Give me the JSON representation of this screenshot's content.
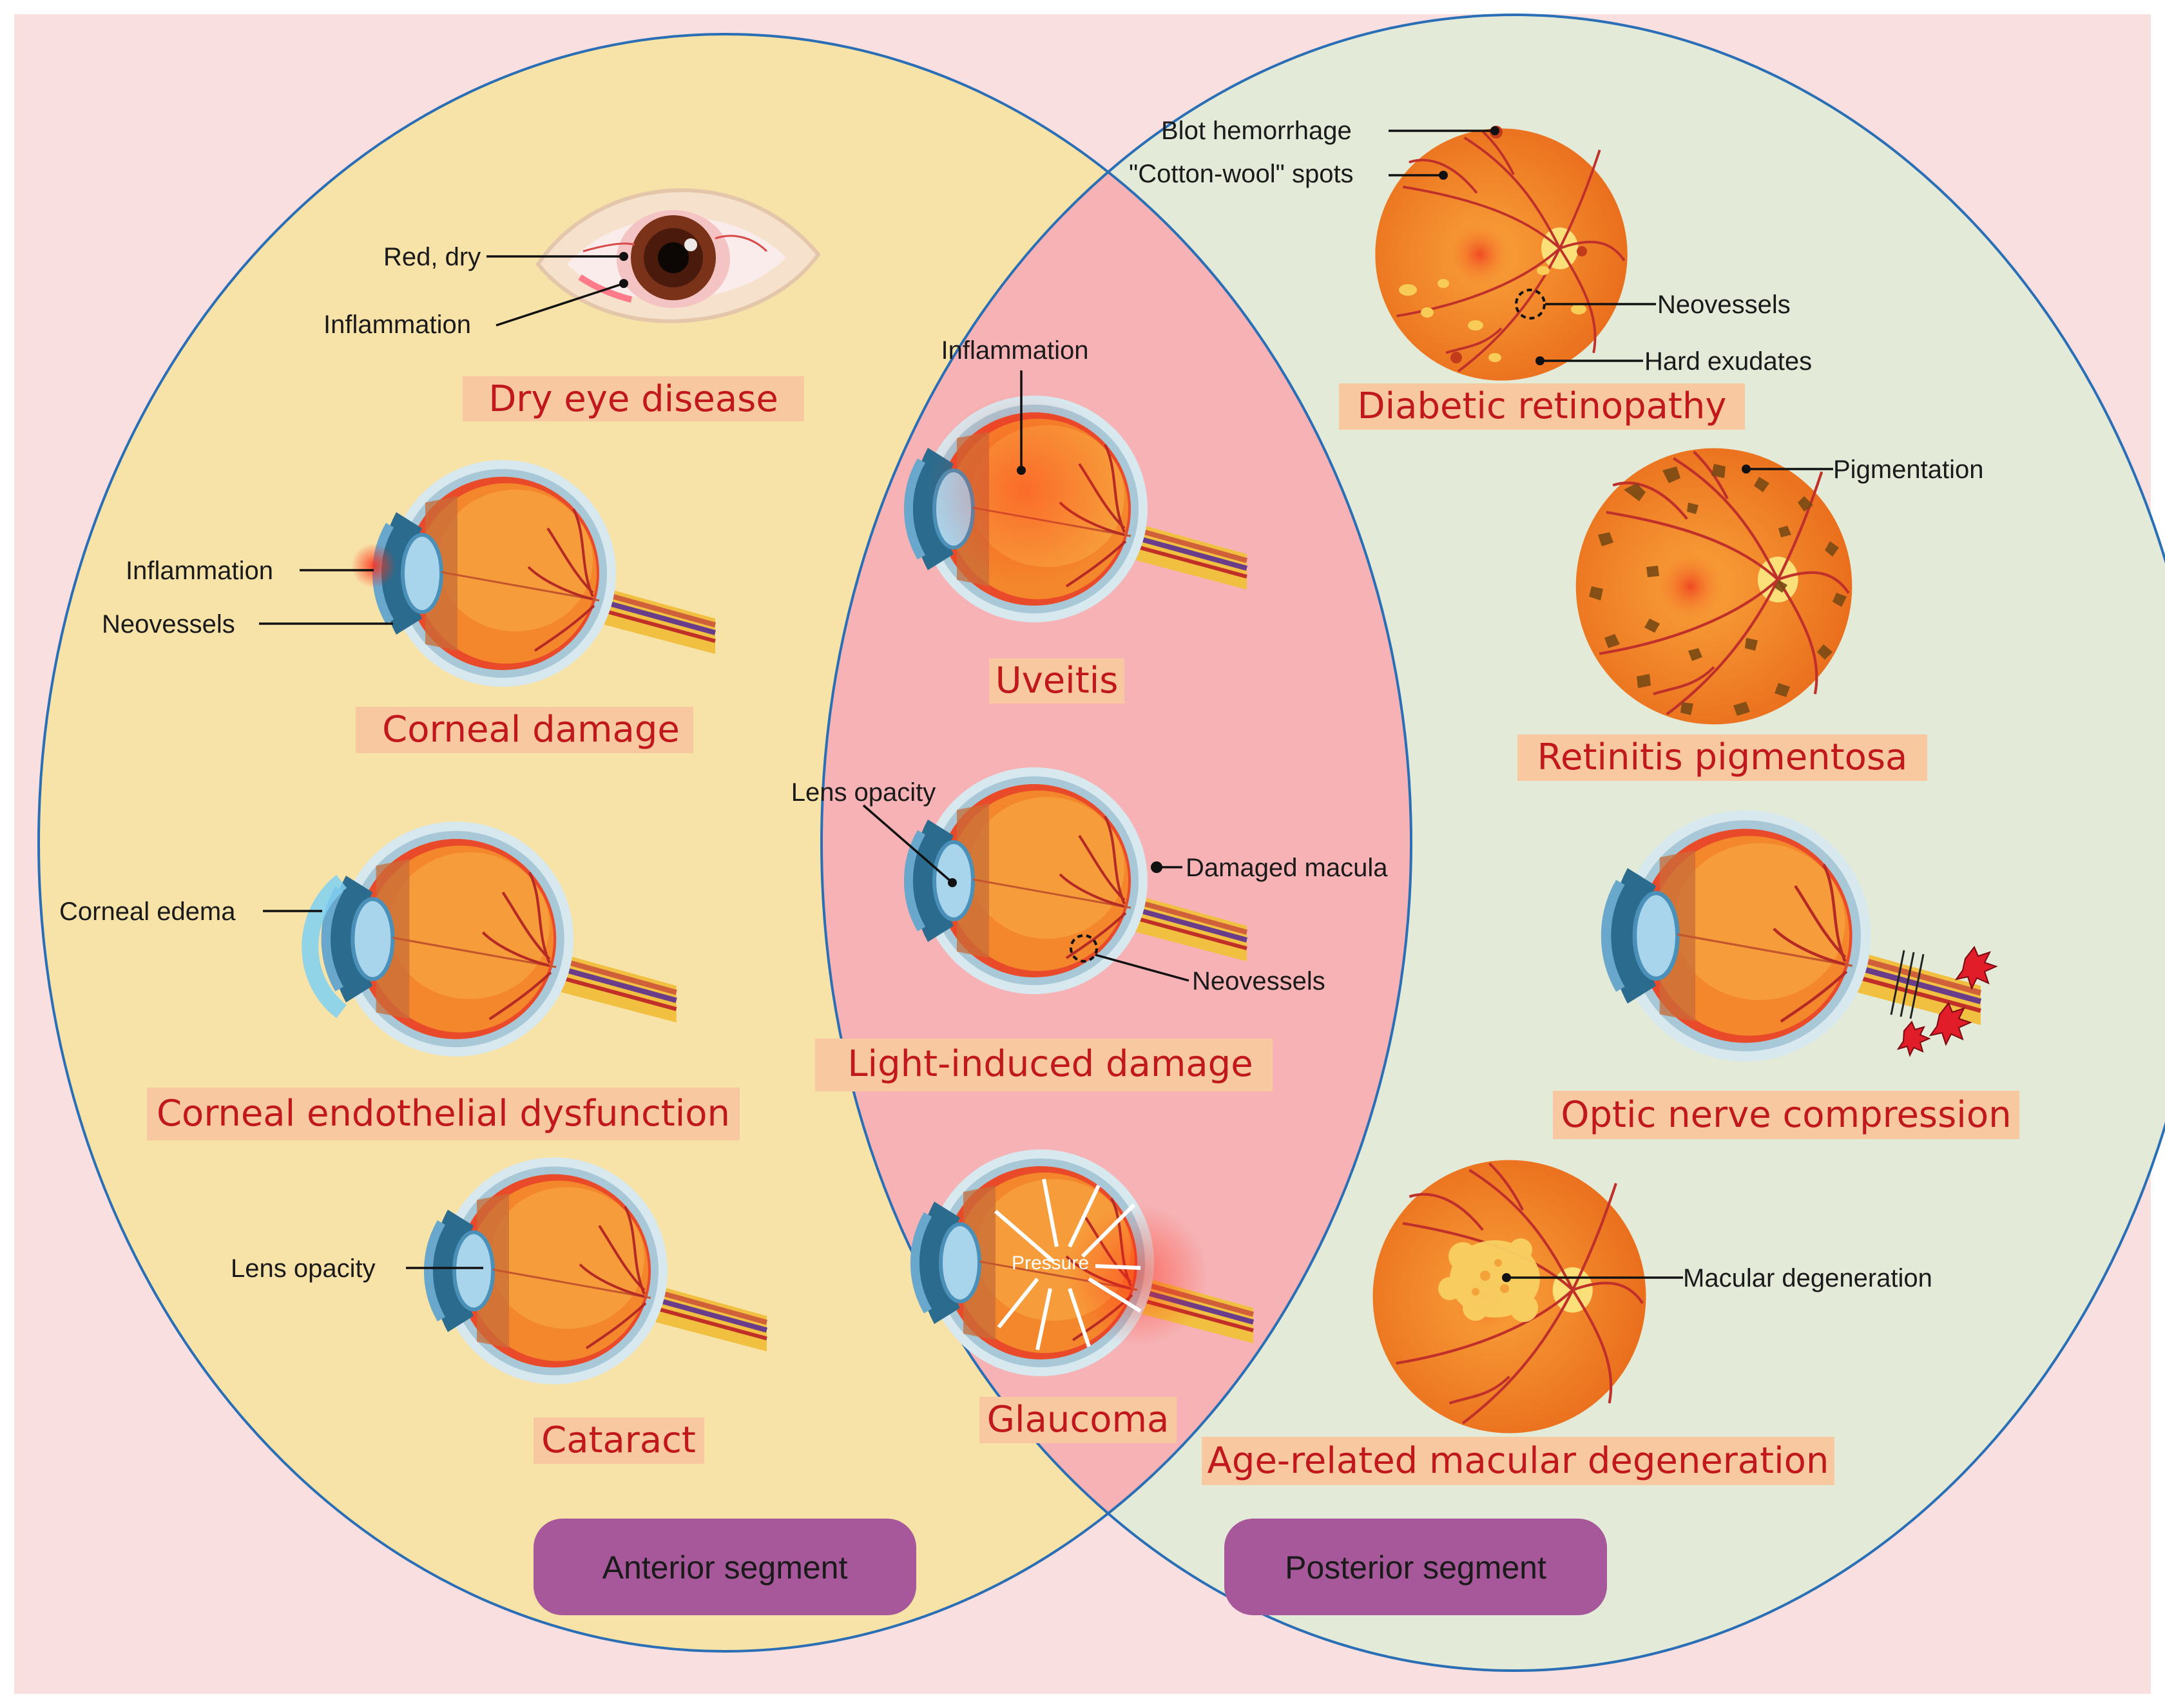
{
  "colors": {
    "page_background": "#f9dfe0",
    "anterior_region": "#f7e3a8",
    "overlap_region": "#f6b2b4",
    "posterior_region": "#e3ead8",
    "outline": "#2a6fb5",
    "title_text": "#c0181c",
    "title_background": "#f8c9a0",
    "segment_button": "#a7589b"
  },
  "segments": {
    "anterior": "Anterior segment",
    "posterior": "Posterior segment"
  },
  "anterior": {
    "dry_eye": {
      "title": "Dry eye disease",
      "labels": {
        "red_dry": "Red, dry",
        "inflammation": "Inflammation"
      }
    },
    "corneal_damage": {
      "title": "Corneal damage",
      "labels": {
        "inflammation": "Inflammation",
        "neovessels": "Neovessels"
      }
    },
    "corneal_endothelial": {
      "title": "Corneal endothelial dysfunction",
      "labels": {
        "corneal_edema": "Corneal edema"
      }
    },
    "cataract": {
      "title": "Cataract",
      "labels": {
        "lens_opacity": "Lens opacity"
      }
    }
  },
  "overlap": {
    "uveitis": {
      "title": "Uveitis",
      "labels": {
        "inflammation": "Inflammation"
      }
    },
    "light_induced": {
      "title": "Light-induced damage",
      "labels": {
        "lens_opacity": "Lens opacity",
        "damaged_macula": "Damaged macula",
        "neovessels": "Neovessels"
      }
    },
    "glaucoma": {
      "title": "Glaucoma",
      "labels": {
        "pressure": "Pressure"
      }
    }
  },
  "posterior": {
    "diabetic_retinopathy": {
      "title": "Diabetic retinopathy",
      "labels": {
        "blot_hemorrhage": "Blot hemorrhage",
        "cotton_wool": "\"Cotton-wool\" spots",
        "neovessels": "Neovessels",
        "hard_exudates": "Hard exudates"
      }
    },
    "retinitis_pigmentosa": {
      "title": "Retinitis pigmentosa",
      "labels": {
        "pigmentation": "Pigmentation"
      }
    },
    "optic_nerve_compression": {
      "title": "Optic nerve compression"
    },
    "amd": {
      "title": "Age-related macular degeneration",
      "labels": {
        "macular_degeneration": "Macular degeneration"
      }
    }
  }
}
